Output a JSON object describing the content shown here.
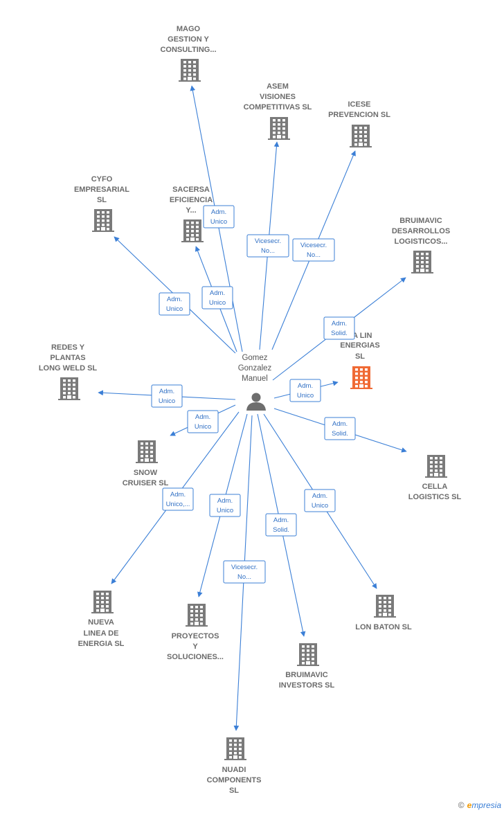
{
  "center": {
    "lines": [
      "Gomez",
      "Gonzalez",
      "Manuel"
    ]
  },
  "colors": {
    "edge": "#3b7fd6",
    "building": "#7a7a7a",
    "highlight": "#f06a35"
  },
  "nodes": [
    {
      "id": "mago",
      "lines": [
        "MAGO",
        "GESTION Y",
        "CONSULTING..."
      ],
      "highlight": false
    },
    {
      "id": "asem",
      "lines": [
        "ASEM",
        "VISIONES",
        "COMPETITIVAS SL"
      ],
      "highlight": false
    },
    {
      "id": "icese",
      "lines": [
        "ICESE",
        "PREVENCION SL"
      ],
      "highlight": false
    },
    {
      "id": "cyfo",
      "lines": [
        "CYFO",
        "EMPRESARIAL",
        "SL"
      ],
      "highlight": false
    },
    {
      "id": "sacersa",
      "lines": [
        "SACERSA",
        "EFICIENCIA",
        "Y..."
      ],
      "highlight": false
    },
    {
      "id": "bruimavic-des",
      "lines": [
        "BRUIMAVIC",
        "DESARROLLOS",
        "LOGISTICOS..."
      ],
      "highlight": false
    },
    {
      "id": "vlin",
      "lines": [
        "VA LIN",
        "ENERGIAS",
        "SL"
      ],
      "highlight": true
    },
    {
      "id": "redes",
      "lines": [
        "REDES Y",
        "PLANTAS",
        "LONG WELD SL"
      ],
      "highlight": false
    },
    {
      "id": "snow",
      "lines": [
        "SNOW",
        "CRUISER SL"
      ],
      "highlight": false
    },
    {
      "id": "cella",
      "lines": [
        "CELLA",
        "LOGISTICS  SL"
      ],
      "highlight": false
    },
    {
      "id": "nueva",
      "lines": [
        "NUEVA",
        "LINEA DE",
        "ENERGIA SL"
      ],
      "highlight": false
    },
    {
      "id": "proyectos",
      "lines": [
        "PROYECTOS",
        "Y",
        "SOLUCIONES..."
      ],
      "highlight": false
    },
    {
      "id": "bruimavic-inv",
      "lines": [
        "BRUIMAVIC",
        "INVESTORS  SL"
      ],
      "highlight": false
    },
    {
      "id": "lonbaton",
      "lines": [
        "LON BATON  SL"
      ],
      "highlight": false
    },
    {
      "id": "nuadi",
      "lines": [
        "NUADI",
        "COMPONENTS",
        "SL"
      ],
      "highlight": false
    }
  ],
  "edges": [
    {
      "target": "mago",
      "label": [
        "Adm.",
        "Unico"
      ]
    },
    {
      "target": "asem",
      "label": [
        "Vicesecr.",
        "No..."
      ]
    },
    {
      "target": "icese",
      "label": [
        "Vicesecr.",
        "No..."
      ]
    },
    {
      "target": "cyfo",
      "label": [
        "Adm.",
        "Unico"
      ]
    },
    {
      "target": "sacersa",
      "label": [
        "Adm.",
        "Unico"
      ]
    },
    {
      "target": "bruimavic-des",
      "label": [
        "Adm.",
        "Solid."
      ]
    },
    {
      "target": "vlin",
      "label": [
        "Adm.",
        "Unico"
      ]
    },
    {
      "target": "redes",
      "label": [
        "Adm.",
        "Unico"
      ]
    },
    {
      "target": "snow",
      "label": [
        "Adm.",
        "Unico"
      ]
    },
    {
      "target": "cella",
      "label": [
        "Adm.",
        "Solid."
      ]
    },
    {
      "target": "nueva",
      "label": [
        "Adm.",
        "Unico,..."
      ]
    },
    {
      "target": "proyectos",
      "label": [
        "Adm.",
        "Unico"
      ]
    },
    {
      "target": "bruimavic-inv",
      "label": [
        "Adm.",
        "Solid."
      ]
    },
    {
      "target": "lonbaton",
      "label": [
        "Adm.",
        "Unico"
      ]
    },
    {
      "target": "nuadi",
      "label": [
        "Vicesecr.",
        "No..."
      ]
    }
  ],
  "brand": {
    "copyright": "©",
    "e": "e",
    "rest": "mpresia"
  }
}
